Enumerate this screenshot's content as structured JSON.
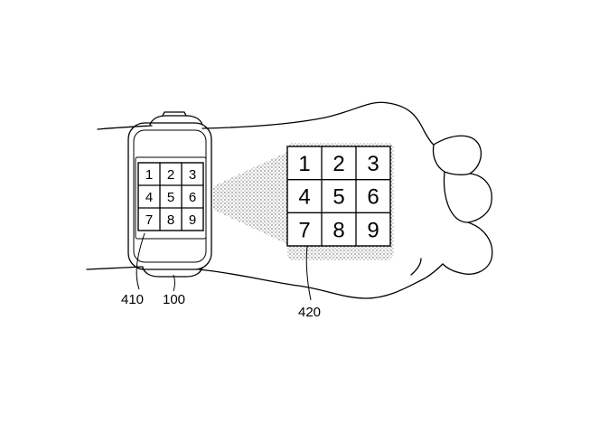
{
  "watch_keypad": {
    "keys": [
      "1",
      "2",
      "3",
      "4",
      "5",
      "6",
      "7",
      "8",
      "9"
    ]
  },
  "projected_keypad": {
    "keys": [
      "1",
      "2",
      "3",
      "4",
      "5",
      "6",
      "7",
      "8",
      "9"
    ]
  },
  "reference_labels": {
    "watch_screen": "410",
    "watch": "100",
    "projection": "420"
  },
  "colors": {
    "line": "#000000",
    "projection_shading": "#d9d9d9",
    "background": "#ffffff"
  }
}
